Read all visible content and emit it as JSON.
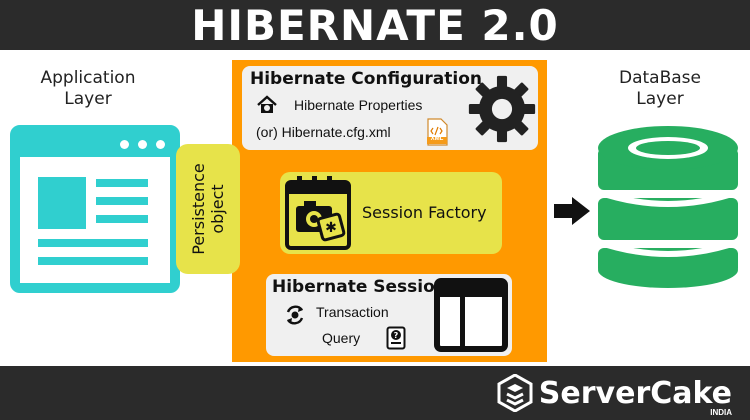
{
  "header": {
    "title": "HIBERNATE 2.0"
  },
  "app_layer": {
    "label_line1": "Application",
    "label_line2": "Layer"
  },
  "db_layer": {
    "label_line1": "DataBase",
    "label_line2": "Layer"
  },
  "persistence": {
    "line1": "Persistence",
    "line2": "object"
  },
  "configuration": {
    "title": "Hibernate Configuration",
    "properties": "Hibernate Properties",
    "xml_file": "(or) Hibernate.cfg.xml",
    "xml_badge": "XML"
  },
  "session_factory": {
    "label": "Session Factory"
  },
  "session": {
    "title": "Hibernate Session",
    "transaction": "Transaction",
    "query": "Query"
  },
  "brand": {
    "name": "ServerCake",
    "sub": "INDIA"
  },
  "colors": {
    "teal": "#30cfcf",
    "yellow": "#e7e34a",
    "orange": "#ff9900",
    "dark": "#2b2b2b",
    "green": "#27ae60"
  }
}
